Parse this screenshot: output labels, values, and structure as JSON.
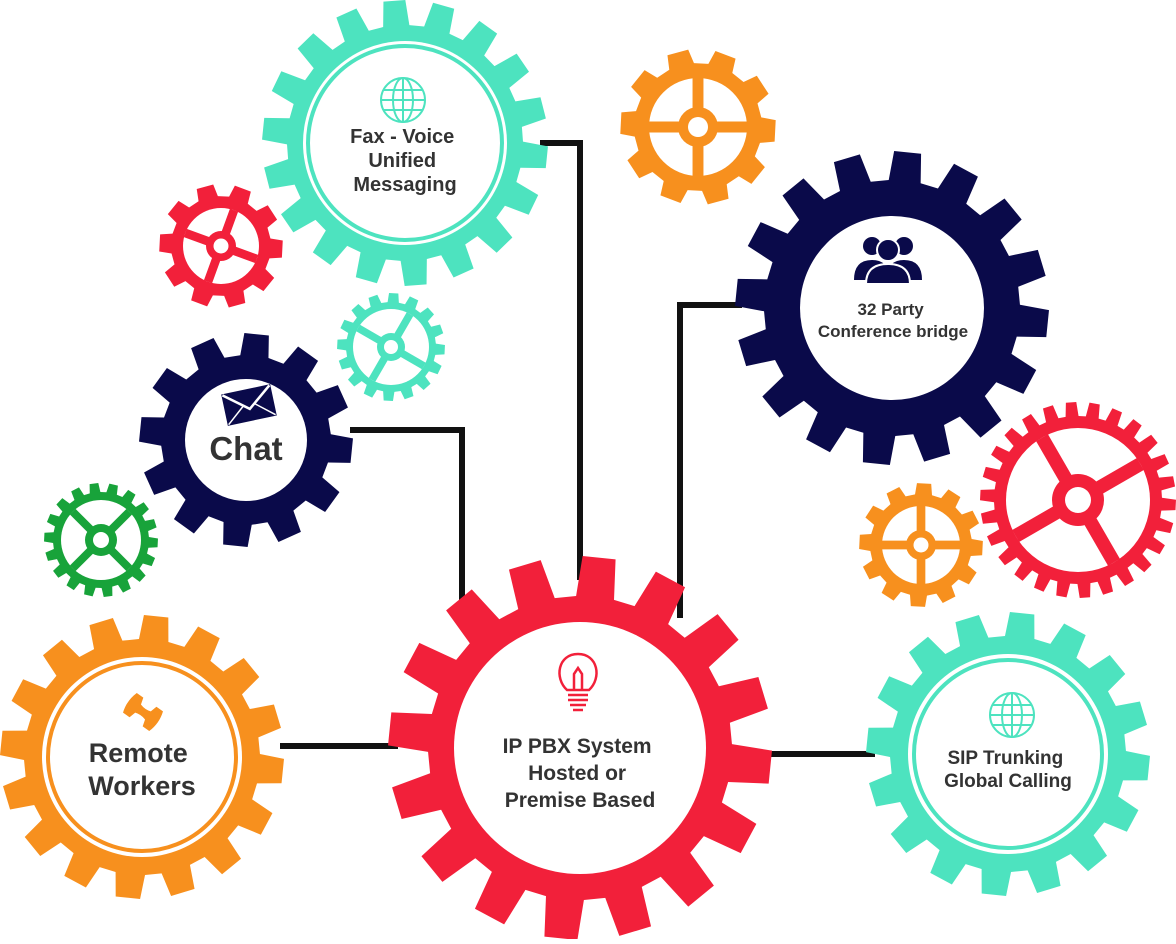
{
  "colors": {
    "red": "#f2203a",
    "teal": "#4de3bf",
    "navy": "#0a0a4a",
    "orange": "#f7901e",
    "green": "#18a33a",
    "connector": "#111111",
    "label": "#333333"
  },
  "hub": {
    "lines": [
      "IP PBX System",
      "Hosted or",
      "Premise Based"
    ],
    "icon": "lightbulb-icon"
  },
  "fax": {
    "lines": [
      "Fax - Voice",
      "Unified",
      "Messaging"
    ],
    "icon": "globe-icon"
  },
  "chat": {
    "lines": [
      "Chat"
    ],
    "icon": "envelope-icon"
  },
  "remote": {
    "lines": [
      "Remote",
      "Workers"
    ],
    "icon": "phone-icon"
  },
  "conference": {
    "lines": [
      "32 Party",
      "Conference bridge"
    ],
    "icon": "users-icon"
  },
  "sip": {
    "lines": [
      "SIP Trunking",
      "Global Calling"
    ],
    "icon": "globe-icon"
  }
}
